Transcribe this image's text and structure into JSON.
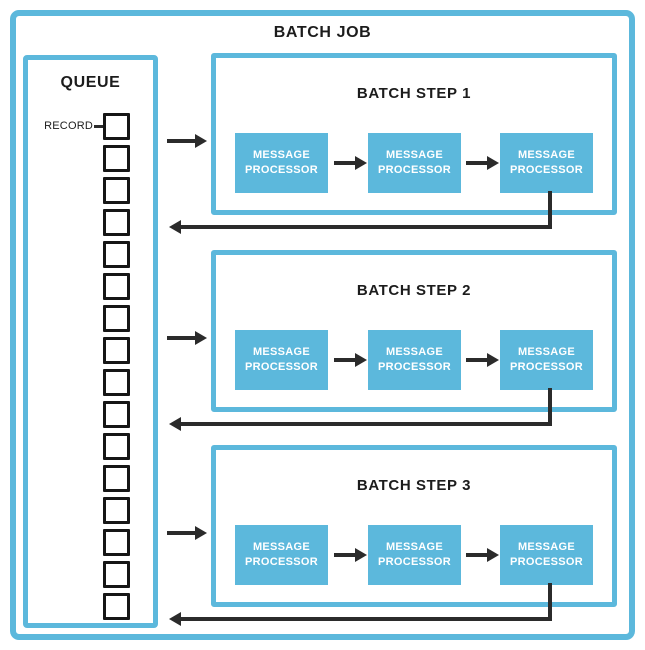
{
  "diagram": {
    "title": "BATCH JOB",
    "queue": {
      "title": "QUEUE",
      "record_label": "RECORD",
      "record_count": 16
    },
    "steps": [
      {
        "title": "BATCH STEP 1",
        "processors": [
          "MESSAGE PROCESSOR",
          "MESSAGE PROCESSOR",
          "MESSAGE PROCESSOR"
        ]
      },
      {
        "title": "BATCH STEP 2",
        "processors": [
          "MESSAGE PROCESSOR",
          "MESSAGE PROCESSOR",
          "MESSAGE PROCESSOR"
        ]
      },
      {
        "title": "BATCH STEP 3",
        "processors": [
          "MESSAGE PROCESSOR",
          "MESSAGE PROCESSOR",
          "MESSAGE PROCESSOR"
        ]
      }
    ],
    "colors": {
      "accent": "#5CB8DC",
      "line": "#2B2B2B",
      "text": "#1C1C1C",
      "processor_text": "#FFFFFF"
    }
  }
}
